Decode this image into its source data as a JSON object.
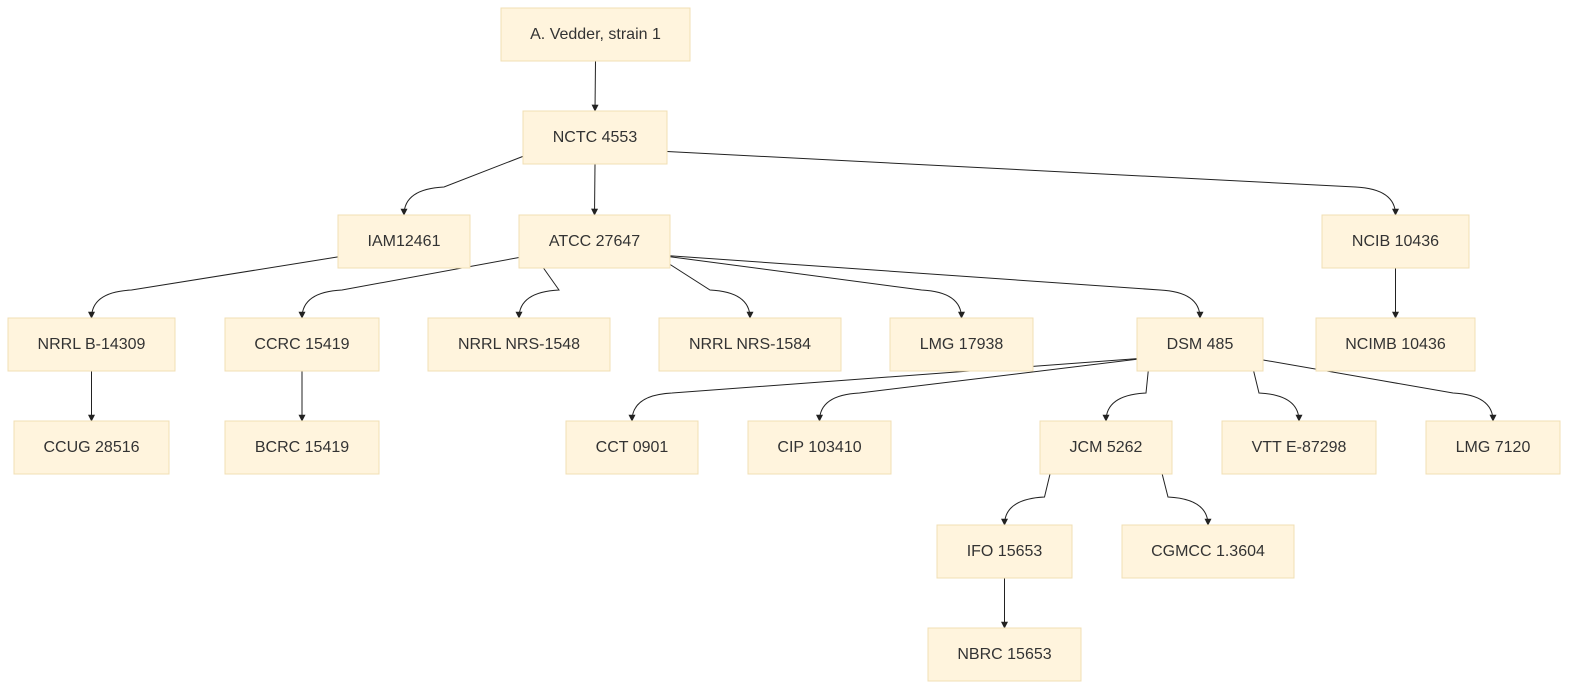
{
  "nodes": [
    {
      "id": "vedder",
      "label": "A. Vedder, strain 1"
    },
    {
      "id": "nctc4553",
      "label": "NCTC 4553"
    },
    {
      "id": "iam12461",
      "label": "IAM12461"
    },
    {
      "id": "atcc27647",
      "label": "ATCC 27647"
    },
    {
      "id": "ncib10436",
      "label": "NCIB 10436"
    },
    {
      "id": "nrrlb14309",
      "label": "NRRL B-14309"
    },
    {
      "id": "ccrc15419",
      "label": "CCRC 15419"
    },
    {
      "id": "nrrlnrs1548",
      "label": "NRRL NRS-1548"
    },
    {
      "id": "nrrlnrs1584",
      "label": "NRRL NRS-1584"
    },
    {
      "id": "lmg17938",
      "label": "LMG 17938"
    },
    {
      "id": "dsm485",
      "label": "DSM 485"
    },
    {
      "id": "ncimb10436",
      "label": "NCIMB 10436"
    },
    {
      "id": "ccug28516",
      "label": "CCUG 28516"
    },
    {
      "id": "bcrc15419",
      "label": "BCRC 15419"
    },
    {
      "id": "cct0901",
      "label": "CCT 0901"
    },
    {
      "id": "cip103410",
      "label": "CIP 103410"
    },
    {
      "id": "jcm5262",
      "label": "JCM 5262"
    },
    {
      "id": "vtte87298",
      "label": "VTT E-87298"
    },
    {
      "id": "lmg7120",
      "label": "LMG 7120"
    },
    {
      "id": "ifo15653",
      "label": "IFO 15653"
    },
    {
      "id": "cgmcc13604",
      "label": "CGMCC 1.3604"
    },
    {
      "id": "nbrc15653",
      "label": "NBRC 15653"
    }
  ],
  "edges": [
    {
      "from": "vedder",
      "to": "nctc4553"
    },
    {
      "from": "nctc4553",
      "to": "iam12461"
    },
    {
      "from": "nctc4553",
      "to": "atcc27647"
    },
    {
      "from": "nctc4553",
      "to": "ncib10436"
    },
    {
      "from": "iam12461",
      "to": "nrrlb14309"
    },
    {
      "from": "atcc27647",
      "to": "ccrc15419"
    },
    {
      "from": "atcc27647",
      "to": "nrrlnrs1548"
    },
    {
      "from": "atcc27647",
      "to": "nrrlnrs1584"
    },
    {
      "from": "atcc27647",
      "to": "lmg17938"
    },
    {
      "from": "atcc27647",
      "to": "dsm485"
    },
    {
      "from": "ncib10436",
      "to": "ncimb10436"
    },
    {
      "from": "nrrlb14309",
      "to": "ccug28516"
    },
    {
      "from": "ccrc15419",
      "to": "bcrc15419"
    },
    {
      "from": "dsm485",
      "to": "cct0901"
    },
    {
      "from": "dsm485",
      "to": "cip103410"
    },
    {
      "from": "dsm485",
      "to": "jcm5262"
    },
    {
      "from": "dsm485",
      "to": "vtte87298"
    },
    {
      "from": "dsm485",
      "to": "lmg7120"
    },
    {
      "from": "jcm5262",
      "to": "ifo15653"
    },
    {
      "from": "jcm5262",
      "to": "cgmcc13604"
    },
    {
      "from": "ifo15653",
      "to": "nbrc15653"
    }
  ],
  "colors": {
    "node_fill": "#fff4dd",
    "node_stroke": "#f1dfb4",
    "edge": "#222222",
    "text": "#333333"
  }
}
